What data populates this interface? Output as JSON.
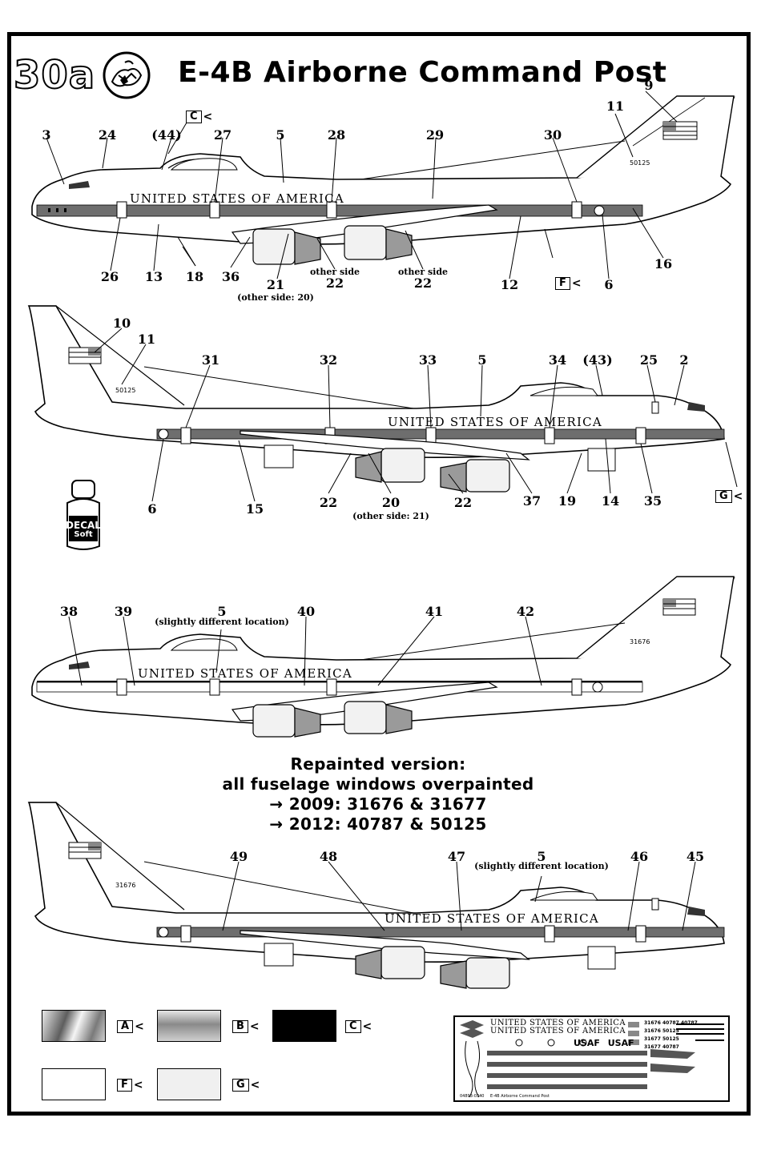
{
  "header": {
    "sheet_number": "30a",
    "title": "E-4B Airborne Command Post"
  },
  "fuselage_text": "UNITED STATES OF AMERICA",
  "tail_numbers": [
    "50125",
    "50125",
    "31676",
    "31676"
  ],
  "profile1": {
    "callouts": [
      "3",
      "24",
      "(44)",
      "27",
      "5",
      "28",
      "29",
      "30",
      "9",
      "11",
      "26",
      "13",
      "18",
      "36",
      "21",
      "22",
      "22",
      "12",
      "6",
      "16"
    ],
    "notes": [
      "other side",
      "other side",
      "(other side: 20)"
    ],
    "codes": [
      "C",
      "F"
    ]
  },
  "profile2": {
    "callouts": [
      "10",
      "11",
      "31",
      "32",
      "33",
      "5",
      "34",
      "(43)",
      "25",
      "2",
      "6",
      "15",
      "22",
      "20",
      "22",
      "37",
      "19",
      "14",
      "35"
    ],
    "notes": [
      "(other side: 21)"
    ],
    "codes": [
      "G"
    ]
  },
  "profile3": {
    "callouts": [
      "38",
      "39",
      "5",
      "40",
      "41",
      "42"
    ],
    "notes": [
      "(slightly different location)"
    ]
  },
  "profile4": {
    "callouts": [
      "49",
      "48",
      "47",
      "5",
      "46",
      "45"
    ],
    "notes": [
      "(slightly different location)"
    ]
  },
  "repainted": {
    "line1": "Repainted version:",
    "line2": "all fuselage windows overpainted",
    "line3": "→ 2009:  31676  &  31677",
    "line4": "→ 2012:  40787  &  50125"
  },
  "decal_bottle": {
    "line1": "DECAL",
    "line2": "Soft"
  },
  "swatches": [
    {
      "code": "A",
      "color": "#9a9a9a",
      "style": "metallic"
    },
    {
      "code": "B",
      "color": "#b8b8b8",
      "style": "gradient"
    },
    {
      "code": "C",
      "color": "#000000",
      "style": "solid"
    },
    {
      "code": "F",
      "color": "#ffffff",
      "style": "solid"
    },
    {
      "code": "G",
      "color": "#f0f0f0",
      "style": "solid"
    }
  ],
  "decal_sheet": {
    "title1": "UNITED STATES OF AMERICA",
    "title2": "UNITED STATES OF AMERICA",
    "numbers_row1": [
      "31676",
      "40787",
      "40787"
    ],
    "numbers_row2": [
      "31676",
      "50125"
    ],
    "numbers_row3": [
      "31677",
      "50125"
    ],
    "numbers_row4": [
      "31677",
      "40787"
    ],
    "usaf1": "USAF",
    "usaf2": "USAF",
    "footer": "E-4B Airborne Command Post",
    "part_no": "04893-0340"
  }
}
